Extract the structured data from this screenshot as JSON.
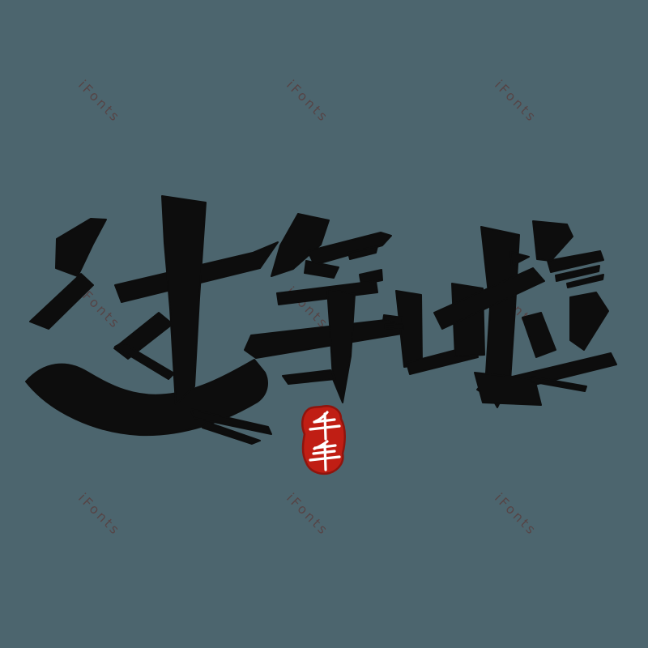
{
  "artwork": {
    "title": "过年啦",
    "title_meaning": "Chinese New Year calligraphy headline",
    "characters": [
      "过",
      "年",
      "啦"
    ],
    "style": "black brush calligraphy"
  },
  "seal": {
    "text": "牛年",
    "characters": [
      "牛",
      "年"
    ],
    "shape": "irregular red stamp"
  },
  "watermark": {
    "text": "iFonts"
  },
  "colors": {
    "background": "#4C656E",
    "ink": "#0d0d0d",
    "seal_red": "#C01E14",
    "seal_red_dark": "#8F140D",
    "seal_text_white": "#ffffff",
    "watermark": "#5E2A26"
  }
}
